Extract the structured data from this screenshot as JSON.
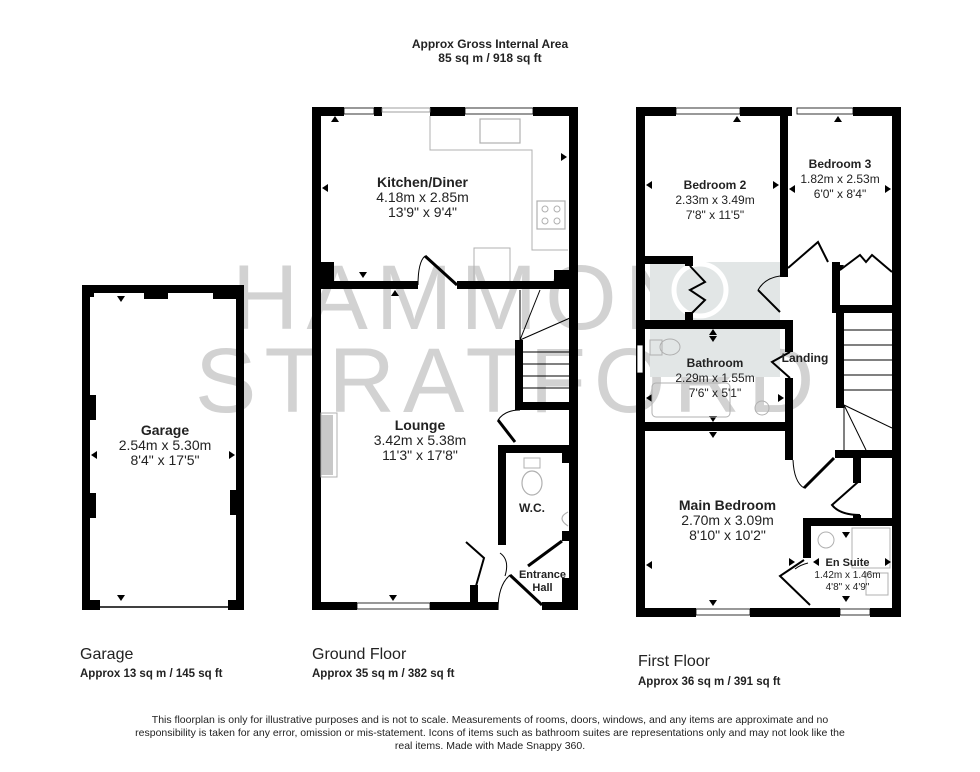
{
  "header": {
    "title": "Approx Gross Internal Area",
    "area": "85 sq m / 918 sq ft"
  },
  "watermark": {
    "line1": "HAMMOND",
    "line2": "STRATFORD"
  },
  "floors": [
    {
      "title": "Garage",
      "area": "Approx 13 sq m / 145 sq ft",
      "rooms": [
        {
          "name": "Garage",
          "metric": "2.54m x 5.30m",
          "imperial": "8'4\" x 17'5\""
        }
      ]
    },
    {
      "title": "Ground Floor",
      "area": "Approx 35 sq m / 382 sq ft",
      "rooms": [
        {
          "name": "Kitchen/Diner",
          "metric": "4.18m x 2.85m",
          "imperial": "13'9\" x 9'4\""
        },
        {
          "name": "Lounge",
          "metric": "3.42m x 5.38m",
          "imperial": "11'3\" x 17'8\""
        },
        {
          "name": "W.C."
        },
        {
          "name": "Entrance",
          "name2": "Hall"
        }
      ]
    },
    {
      "title": "First Floor",
      "area": "Approx 36 sq m / 391 sq ft",
      "rooms": [
        {
          "name": "Bedroom 2",
          "metric": "2.33m x 3.49m",
          "imperial": "7'8\" x 11'5\""
        },
        {
          "name": "Bedroom 3",
          "metric": "1.82m x 2.53m",
          "imperial": "6'0\" x 8'4\""
        },
        {
          "name": "Bathroom",
          "metric": "2.29m x 1.55m",
          "imperial": "7'6\" x 5'1\""
        },
        {
          "name": "Landing"
        },
        {
          "name": "Main Bedroom",
          "metric": "2.70m x 3.09m",
          "imperial": "8'10\" x 10'2\""
        },
        {
          "name": "En Suite",
          "metric": "1.42m x 1.46m",
          "imperial": "4'8\" x 4'9\""
        }
      ]
    }
  ],
  "disclaimer": "This floorplan is only for illustrative purposes and is not to scale. Measurements of rooms, doors, windows, and any items are approximate and no responsibility is taken for any error, omission or mis-statement. Icons of items such as bathroom suites are representations only and may not look like the real items. Made with Made Snappy 360.",
  "colors": {
    "wall": "#000000",
    "fixture": "#b0b0b0",
    "watermark": "#d2d2d2",
    "shade": "#e2e6e6"
  }
}
